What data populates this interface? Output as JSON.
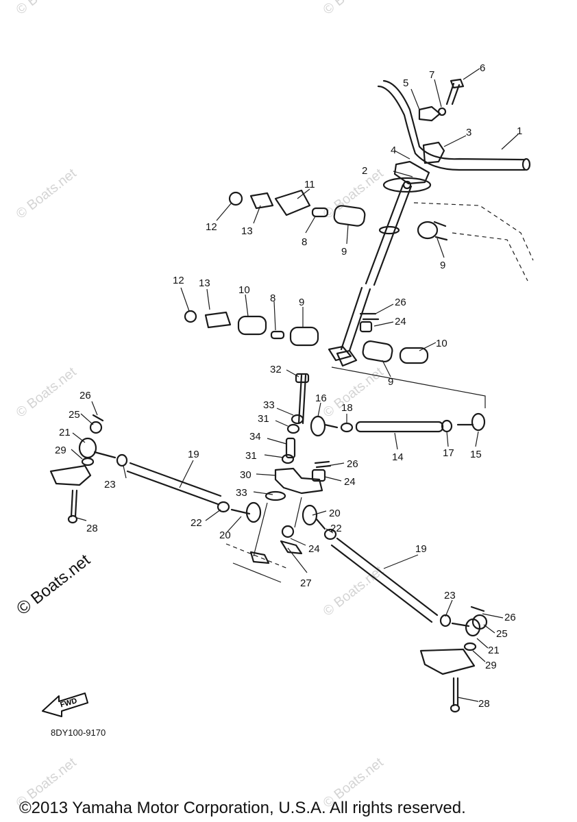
{
  "watermark": {
    "text": "© Boats.net"
  },
  "brand": {
    "copyright_symbol": "©",
    "name": "Boats.net"
  },
  "fwd_label": "FWD",
  "part_code": "8DY100-9170",
  "copyright": "©2013 Yamaha Motor Corporation, U.S.A. All rights reserved.",
  "callouts": [
    {
      "id": "c1",
      "label": "1"
    },
    {
      "id": "c2",
      "label": "2"
    },
    {
      "id": "c3",
      "label": "3"
    },
    {
      "id": "c4",
      "label": "4"
    },
    {
      "id": "c5",
      "label": "5"
    },
    {
      "id": "c6",
      "label": "6"
    },
    {
      "id": "c7",
      "label": "7"
    },
    {
      "id": "c8a",
      "label": "8"
    },
    {
      "id": "c9a",
      "label": "9"
    },
    {
      "id": "c9b",
      "label": "9"
    },
    {
      "id": "c11",
      "label": "11"
    },
    {
      "id": "c12a",
      "label": "12"
    },
    {
      "id": "c13a",
      "label": "13"
    },
    {
      "id": "c12b",
      "label": "12"
    },
    {
      "id": "c13b",
      "label": "13"
    },
    {
      "id": "c10a",
      "label": "10"
    },
    {
      "id": "c8b",
      "label": "8"
    },
    {
      "id": "c9c",
      "label": "9"
    },
    {
      "id": "c26a",
      "label": "26"
    },
    {
      "id": "c24a",
      "label": "24"
    },
    {
      "id": "c10b",
      "label": "10"
    },
    {
      "id": "c9d",
      "label": "9"
    },
    {
      "id": "c32",
      "label": "32"
    },
    {
      "id": "c16",
      "label": "16"
    },
    {
      "id": "c18",
      "label": "18"
    },
    {
      "id": "c33a",
      "label": "33"
    },
    {
      "id": "c31a",
      "label": "31"
    },
    {
      "id": "c34",
      "label": "34"
    },
    {
      "id": "c31b",
      "label": "31"
    },
    {
      "id": "c14",
      "label": "14"
    },
    {
      "id": "c17",
      "label": "17"
    },
    {
      "id": "c15",
      "label": "15"
    },
    {
      "id": "c26b",
      "label": "26"
    },
    {
      "id": "c24b",
      "label": "24"
    },
    {
      "id": "c30",
      "label": "30"
    },
    {
      "id": "c33b",
      "label": "33"
    },
    {
      "id": "c20a",
      "label": "20"
    },
    {
      "id": "c22a",
      "label": "22"
    },
    {
      "id": "c20b",
      "label": "20"
    },
    {
      "id": "c24c",
      "label": "24"
    },
    {
      "id": "c27",
      "label": "27"
    },
    {
      "id": "c19a",
      "label": "19"
    },
    {
      "id": "c19b",
      "label": "19"
    },
    {
      "id": "c22b",
      "label": "22"
    },
    {
      "id": "c23a",
      "label": "23"
    },
    {
      "id": "c26c",
      "label": "26"
    },
    {
      "id": "c25a",
      "label": "25"
    },
    {
      "id": "c21a",
      "label": "21"
    },
    {
      "id": "c29a",
      "label": "29"
    },
    {
      "id": "c28a",
      "label": "28"
    },
    {
      "id": "c26d",
      "label": "26"
    },
    {
      "id": "c25b",
      "label": "25"
    },
    {
      "id": "c21b",
      "label": "21"
    },
    {
      "id": "c29b",
      "label": "29"
    },
    {
      "id": "c28b",
      "label": "28"
    },
    {
      "id": "c23b",
      "label": "23"
    }
  ]
}
